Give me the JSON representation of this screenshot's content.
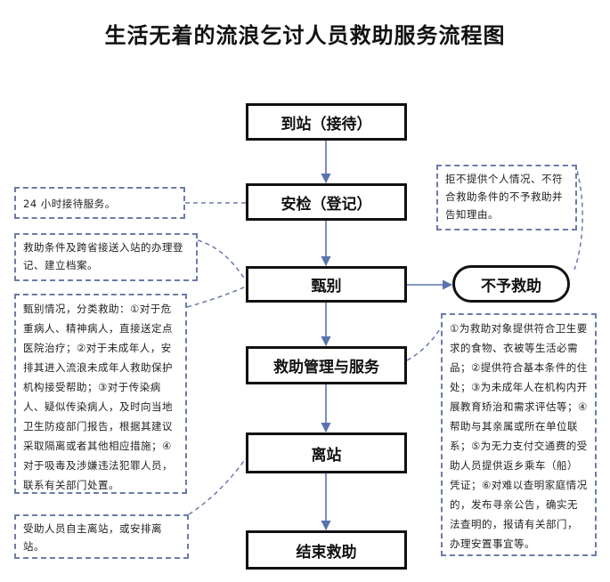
{
  "title": "生活无着的流浪乞讨人员救助服务流程图",
  "steps": [
    {
      "label": "到站（接待）"
    },
    {
      "label": "安检（登记）"
    },
    {
      "label": "甄别"
    },
    {
      "label": "救助管理与服务"
    },
    {
      "label": "离站"
    },
    {
      "label": "结束救助"
    }
  ],
  "reject": {
    "label": "不予救助"
  },
  "notes": {
    "reception": "24 小时接待服务。",
    "handover": "救助条件及跨省接送入站的办理登记、建立档案。",
    "screening": "甄别情况，分类救助：①对于危重病人、精神病人，直接送定点医院治疗；②对于未成年人，安排其进入流浪未成年人救助保护机构接受帮助；③对于传染病人、疑似传染病人，及时向当地卫生防疫部门报告，根据其建议采取隔离或者其他相应措施；④对于吸毒及涉嫌违法犯罪人员，联系有关部门处置。",
    "services": "①为救助对象提供符合卫生要求的食物、衣被等生活必需品；②提供符合基本条件的住处；③为未成年人在机构内开展教育矫治和需求评估等；④帮助与其亲属或所在单位联系；⑤为无力支付交通费的受助人员提供返乡乘车（船）凭证；⑥对难以查明家庭情况的，发布寻亲公告，确实无法查明的，报请有关部门，办理安置事宜等。",
    "departure": "受助人员自主离站，或安排离站。",
    "refusal": "拒不提供个人情况、不符合救助条件的不予救助并告知理由。"
  }
}
